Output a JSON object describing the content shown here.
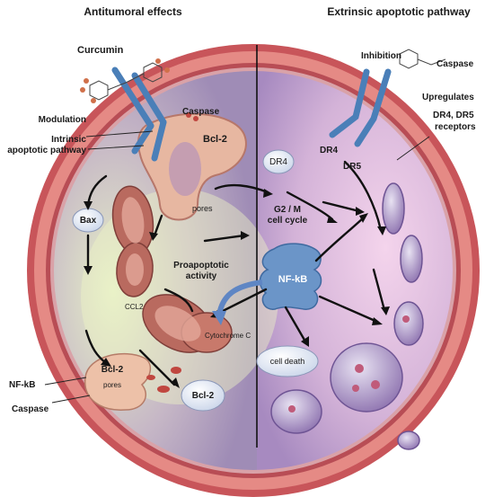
{
  "headers": {
    "left": "Antitumoral effects",
    "right": "Extrinsic apoptotic pathway"
  },
  "labels": {
    "curcumin": "Curcumin",
    "modulation": "Modulation",
    "intrinsic_line1": "Intrinsic",
    "intrinsic_line2": "apoptotic pathway",
    "caspase_top": "Caspase",
    "bcl2_top": "Bcl-2",
    "bax": "Bax",
    "pores_top": "pores",
    "ccl2": "CCL2",
    "cytochrome_c": "Cytochrome C",
    "proapoptotic_line1": "Proapoptotic",
    "proapoptotic_line2": "activity",
    "g2m_line1": "G2 / M",
    "g2m_line2": "cell cycle",
    "dr4_cell": "DR4",
    "nfkb_center": "NF-kB",
    "cell_death": "cell death",
    "bcl2_left": "Bcl-2",
    "pores_left": "pores",
    "bcl2_bottom": "Bcl-2",
    "nfkb_left": "NF-kB",
    "caspase_left": "Caspase",
    "inhibition": "Inhibition",
    "caspase_right": "Caspase",
    "upregulates": "Upregulates",
    "dr_receptors_line1": "DR4, DR5",
    "dr_receptors_line2": "receptors",
    "dr4_receptor": "DR4",
    "dr5_receptor": "DR5"
  },
  "colors": {
    "membrane_outer": "#c8555a",
    "membrane_inner": "#e58a85",
    "cytoplasm_left": "#c9c39a",
    "cytoplasm_right": "#d7b5d9",
    "nucleus_like": "#9d86b9",
    "receptor": "#4a7fb8",
    "mitochondria": "#b96a5f",
    "bubble_fill": "#dfe6f2"
  }
}
